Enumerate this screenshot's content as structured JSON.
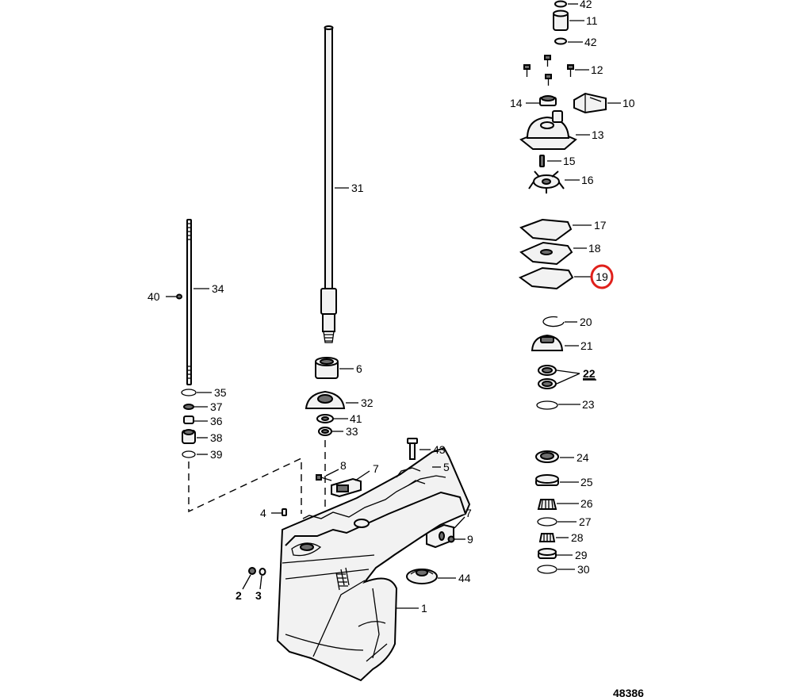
{
  "callouts": [
    {
      "id": "42a",
      "label": "42"
    },
    {
      "id": "11",
      "label": "11"
    },
    {
      "id": "42b",
      "label": "42"
    },
    {
      "id": "12",
      "label": "12"
    },
    {
      "id": "14",
      "label": "14"
    },
    {
      "id": "10",
      "label": "10"
    },
    {
      "id": "13",
      "label": "13"
    },
    {
      "id": "15",
      "label": "15"
    },
    {
      "id": "16",
      "label": "16"
    },
    {
      "id": "31",
      "label": "31"
    },
    {
      "id": "17",
      "label": "17"
    },
    {
      "id": "18",
      "label": "18"
    },
    {
      "id": "19",
      "label": "19"
    },
    {
      "id": "40",
      "label": "40"
    },
    {
      "id": "34",
      "label": "34"
    },
    {
      "id": "20",
      "label": "20"
    },
    {
      "id": "21",
      "label": "21"
    },
    {
      "id": "6",
      "label": "6"
    },
    {
      "id": "22",
      "label": "22"
    },
    {
      "id": "35",
      "label": "35"
    },
    {
      "id": "32",
      "label": "32"
    },
    {
      "id": "37",
      "label": "37"
    },
    {
      "id": "23",
      "label": "23"
    },
    {
      "id": "41",
      "label": "41"
    },
    {
      "id": "36",
      "label": "36"
    },
    {
      "id": "33",
      "label": "33"
    },
    {
      "id": "38",
      "label": "38"
    },
    {
      "id": "43",
      "label": "43"
    },
    {
      "id": "39",
      "label": "39"
    },
    {
      "id": "24",
      "label": "24"
    },
    {
      "id": "8",
      "label": "8"
    },
    {
      "id": "5",
      "label": "5"
    },
    {
      "id": "7a",
      "label": "7"
    },
    {
      "id": "25",
      "label": "25"
    },
    {
      "id": "26",
      "label": "26"
    },
    {
      "id": "4",
      "label": "4"
    },
    {
      "id": "7b",
      "label": "7"
    },
    {
      "id": "27",
      "label": "27"
    },
    {
      "id": "9",
      "label": "9"
    },
    {
      "id": "28",
      "label": "28"
    },
    {
      "id": "29",
      "label": "29"
    },
    {
      "id": "44",
      "label": "44"
    },
    {
      "id": "30",
      "label": "30"
    },
    {
      "id": "2",
      "label": "2"
    },
    {
      "id": "3",
      "label": "3"
    },
    {
      "id": "1",
      "label": "1"
    }
  ],
  "highlighted_callout": "19",
  "highlight_color": "#e0201b",
  "drawing_number": "48386"
}
